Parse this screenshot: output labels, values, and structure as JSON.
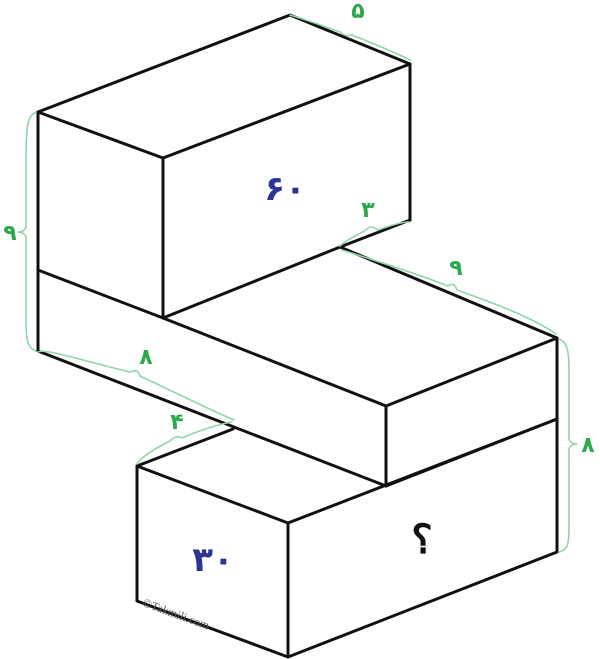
{
  "colors": {
    "edge": "#111111",
    "dimension_label": "#2aa84a",
    "dimension_brace": "#8fd6a8",
    "face_label": "#2b3590",
    "watermark": "#555555"
  },
  "dimensions": {
    "top_depth": "۵",
    "left_height": "۹",
    "step_depth": "۳",
    "middle_length": "۹",
    "bottom_width": "۸",
    "bottom_depth": "۴",
    "right_height": "۸"
  },
  "faces": {
    "top_front": "۶۰",
    "bottom_left": "۳۰",
    "bottom_right": "؟"
  },
  "watermark": "©Takmili.com"
}
